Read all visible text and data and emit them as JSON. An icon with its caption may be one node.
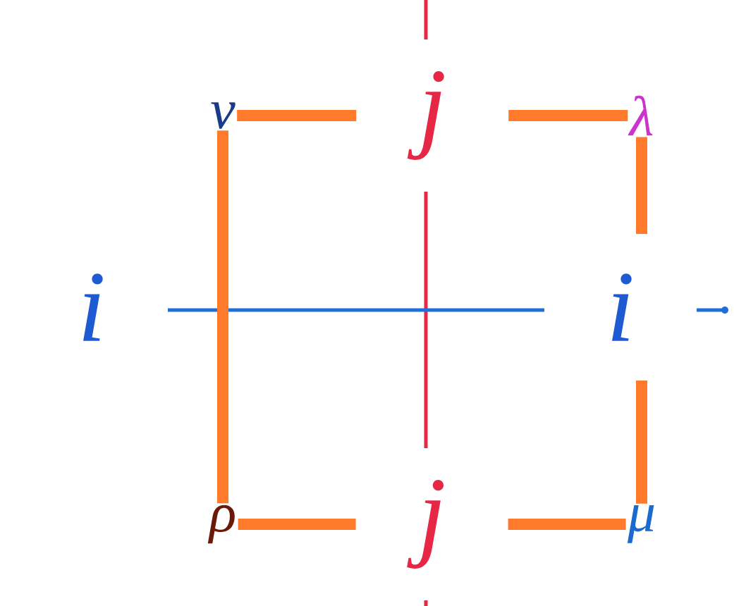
{
  "diagram": {
    "nodes": [
      {
        "text": [
          "ν"
        ]
      },
      {
        "text": [
          "λ"
        ]
      },
      {
        "text": [
          "ρ"
        ]
      },
      {
        "text": [
          "μ"
        ]
      }
    ],
    "edges": [
      {
        "from": 0,
        "to": 1,
        "arrow": "none",
        "label": "j"
      },
      {
        "from": 1,
        "to": 3,
        "arrow": "none"
      },
      {
        "from": 2,
        "to": 3,
        "arrow": "none",
        "label": "j"
      },
      {
        "from": 0,
        "to": 2,
        "arrow": "none"
      }
    ],
    "labels": [
      "i",
      "i"
    ]
  }
}
